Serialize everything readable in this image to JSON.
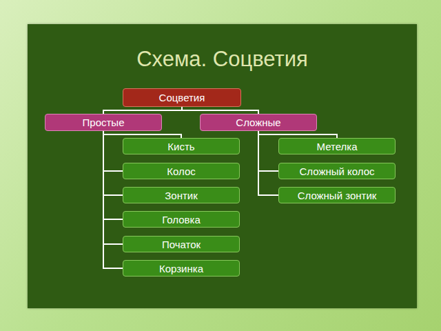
{
  "diagram": {
    "title": "Схема. Соцветия",
    "nodes": [
      {
        "text": [
          "Соцветия"
        ]
      },
      {
        "text": [
          "Простые"
        ]
      },
      {
        "text": [
          "Сложные"
        ]
      },
      {
        "text": [
          "Кисть"
        ]
      },
      {
        "text": [
          "Колос"
        ]
      },
      {
        "text": [
          "Зонтик"
        ]
      },
      {
        "text": [
          "Головка"
        ]
      },
      {
        "text": [
          "Початок"
        ]
      },
      {
        "text": [
          "Корзинка"
        ]
      },
      {
        "text": [
          "Метелка"
        ]
      },
      {
        "text": [
          "Сложный колос"
        ]
      },
      {
        "text": [
          "Сложный зонтик"
        ]
      }
    ],
    "edges": [
      {
        "from": 0,
        "to": 1,
        "arrow": "none"
      },
      {
        "from": 0,
        "to": 2,
        "arrow": "none"
      },
      {
        "from": 1,
        "to": 3,
        "arrow": "none"
      },
      {
        "from": 1,
        "to": 4,
        "arrow": "none"
      },
      {
        "from": 1,
        "to": 5,
        "arrow": "none"
      },
      {
        "from": 1,
        "to": 6,
        "arrow": "none"
      },
      {
        "from": 1,
        "to": 7,
        "arrow": "none"
      },
      {
        "from": 1,
        "to": 8,
        "arrow": "none"
      },
      {
        "from": 2,
        "to": 9,
        "arrow": "none"
      },
      {
        "from": 2,
        "to": 10,
        "arrow": "none"
      },
      {
        "from": 2,
        "to": 11,
        "arrow": "none"
      }
    ]
  }
}
